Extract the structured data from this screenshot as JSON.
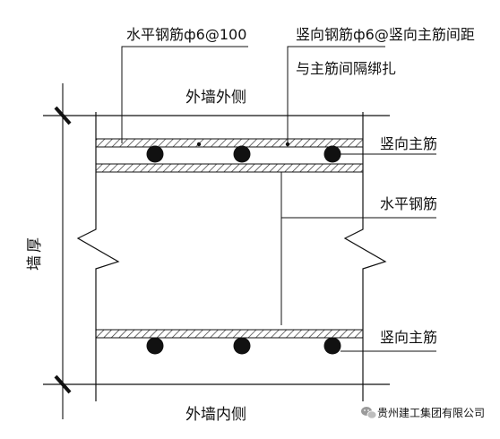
{
  "labels": {
    "horizontal_rebar_top": "水平钢筋ф6@100",
    "vertical_rebar_line1": "竖向钢筋ф6@竖向主筋间距",
    "vertical_rebar_line2": "与主筋间隔绑扎",
    "wall_outer_side": "外墙外侧",
    "vertical_main_bar_top": "竖向主筋",
    "horizontal_rebar_mid": "水平钢筋",
    "wall_thickness_char_1": "墙",
    "wall_thickness_char_2": "厚",
    "vertical_main_bar_bottom": "竖向主筋",
    "wall_inner_side": "外墙内侧"
  },
  "watermark": {
    "icon": "wechat-icon",
    "text": "贵州建工集团有限公司"
  },
  "colors": {
    "line": "#111111",
    "hatch": "#333333",
    "rebar_fill": "#111111"
  }
}
